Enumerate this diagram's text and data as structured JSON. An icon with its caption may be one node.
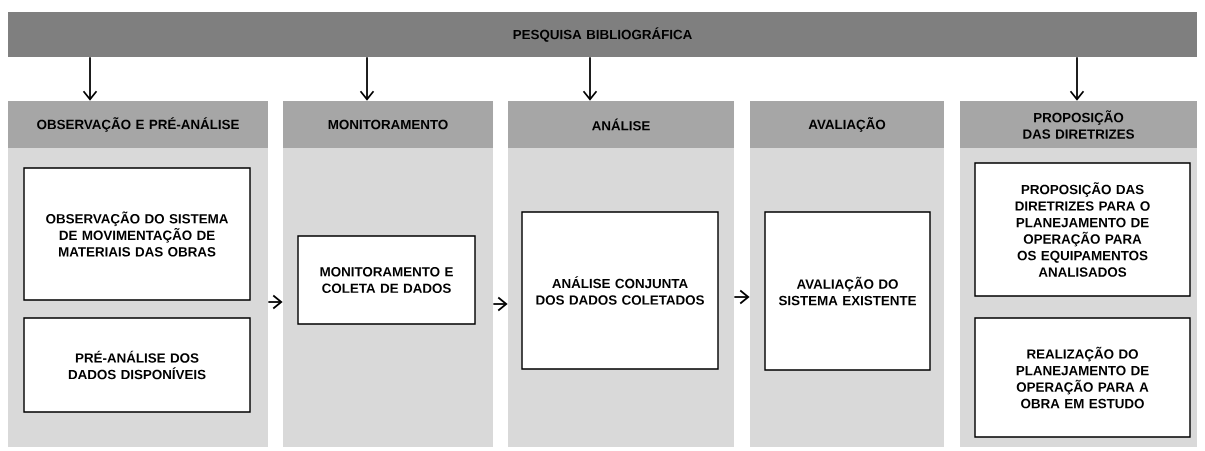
{
  "diagram": {
    "nodes": [
      {
        "text": [
          "PESQUISA BIBLIOGRÁFICA"
        ]
      },
      {
        "text": [
          "OBSERVAÇÃO E PRÉ-ANÁLISE"
        ]
      },
      {
        "text": [
          "OBSERVAÇÃO DO SISTEMA DE MOVIMENTAÇÃO DE MATERIAIS DAS OBRAS"
        ],
        "in": 1
      },
      {
        "text": [
          "PRÉ-ANÁLISE DOS DADOS DISPONÍVEIS"
        ],
        "in": 1
      },
      {
        "text": [
          "MONITORAMENTO"
        ]
      },
      {
        "text": [
          "MONITORAMENTO E COLETA DE DADOS"
        ],
        "in": 4
      },
      {
        "text": [
          "ANÁLISE"
        ]
      },
      {
        "text": [
          "ANÁLISE CONJUNTA DOS DADOS COLETADOS"
        ],
        "in": 6
      },
      {
        "text": [
          "AVALIAÇÃO"
        ]
      },
      {
        "text": [
          "AVALIAÇÃO DO SISTEMA EXISTENTE"
        ],
        "in": 8
      },
      {
        "text": [
          "PROPOSIÇÃO DAS DIRETRIZES"
        ]
      },
      {
        "text": [
          "PROPOSIÇÃO DAS DIRETRIZES PARA O PLANEJAMENTO DE OPERAÇÃO PARA OS EQUIPAMENTOS ANALISADOS"
        ],
        "in": 10
      },
      {
        "text": [
          "REALIZAÇÃO DO PLANEJAMENTO DE OPERAÇÃO PARA A OBRA EM ESTUDO"
        ],
        "in": 10
      }
    ],
    "edges": [
      {
        "from": 0,
        "to": 1,
        "arrow": "to"
      },
      {
        "from": 0,
        "to": 4,
        "arrow": "to"
      },
      {
        "from": 0,
        "to": 6,
        "arrow": "to"
      },
      {
        "from": 0,
        "to": 10,
        "arrow": "to"
      },
      {
        "from": 1,
        "to": 4,
        "arrow": "to"
      },
      {
        "from": 4,
        "to": 6,
        "arrow": "to"
      },
      {
        "from": 6,
        "to": 8,
        "arrow": "to"
      }
    ]
  }
}
